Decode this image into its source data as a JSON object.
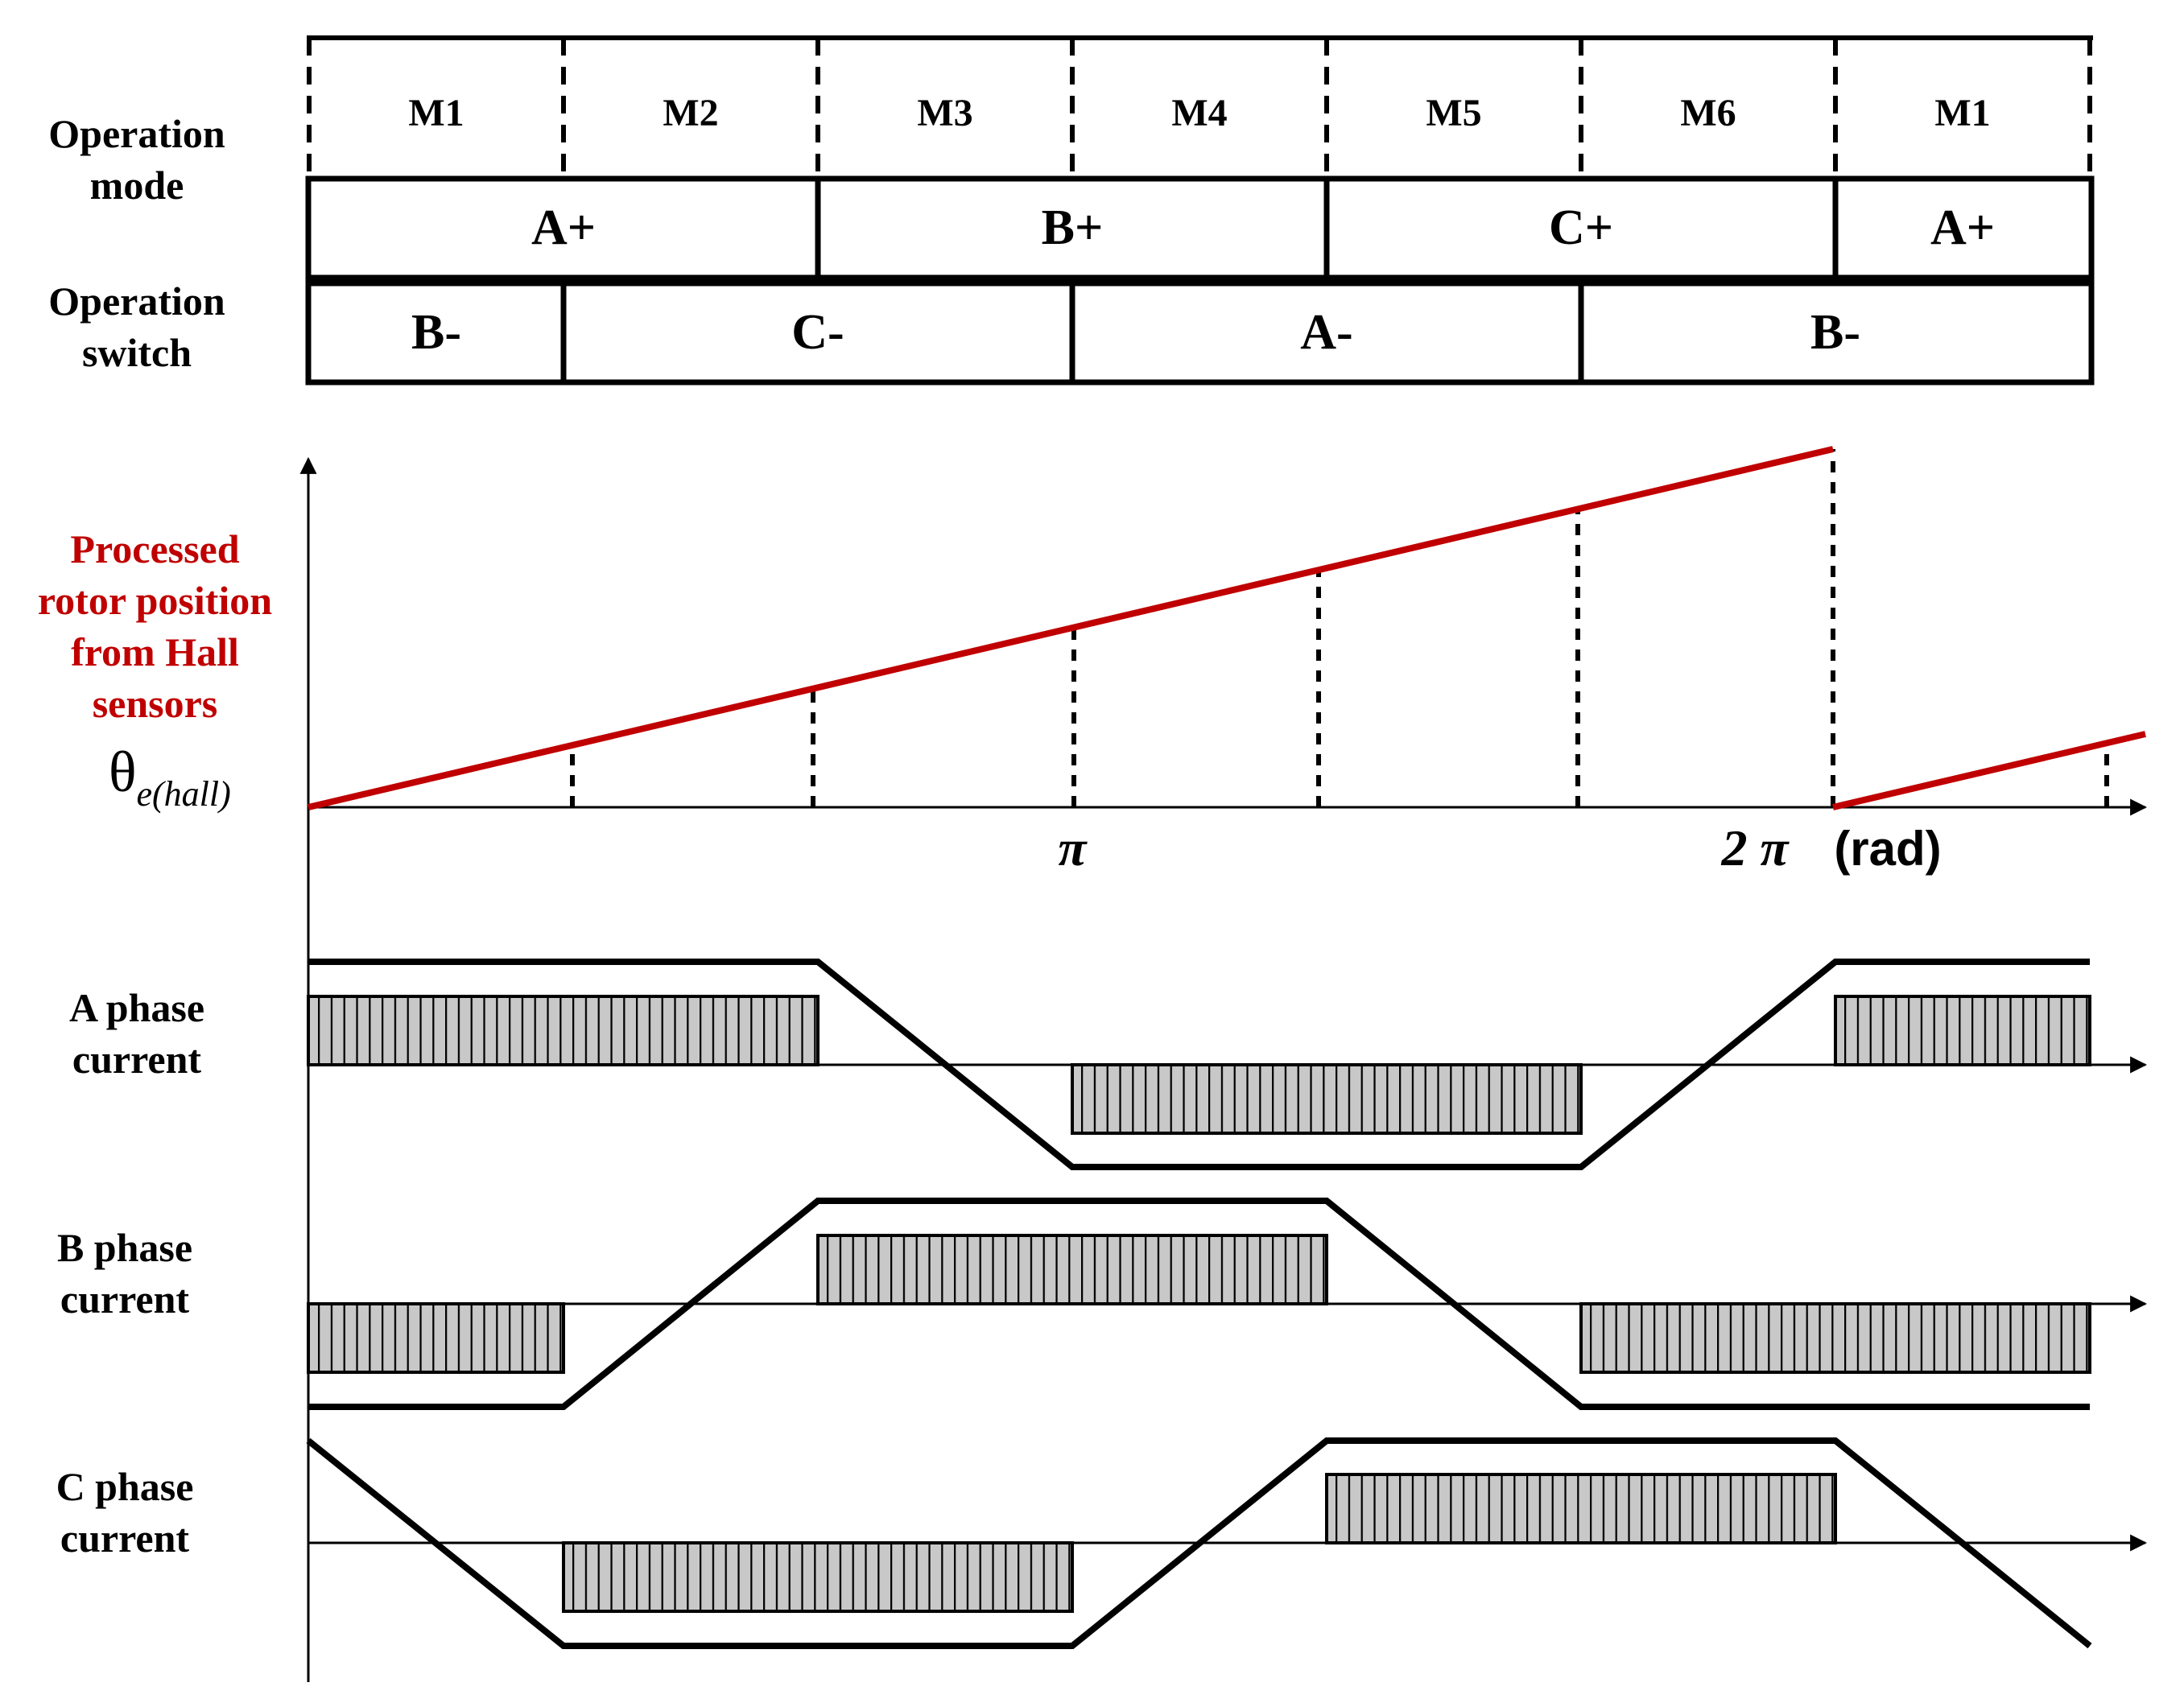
{
  "labels": {
    "operation_mode": [
      "Operation",
      "mode"
    ],
    "operation_switch": [
      "Operation",
      "switch"
    ],
    "rotor_position": [
      "Processed",
      "rotor position",
      "from Hall",
      "sensors"
    ],
    "theta_symbol": "θ",
    "theta_subscript": "e(hall)",
    "a_phase": [
      "A phase",
      "current"
    ],
    "b_phase": [
      "B phase",
      "current"
    ],
    "c_phase": [
      "C phase",
      "current"
    ]
  },
  "modes": [
    "M1",
    "M2",
    "M3",
    "M4",
    "M5",
    "M6",
    "M1"
  ],
  "upper_switches": [
    "A+",
    "B+",
    "C+",
    "A+"
  ],
  "lower_switches": [
    "B-",
    "C-",
    "A-",
    "B-"
  ],
  "axis": {
    "pi_label": "π",
    "two_pi_label": "2 π",
    "unit_label": "(rad)"
  },
  "colors": {
    "position_line": "#c00000",
    "bar_fill": "#c8c8c8",
    "line": "#000000"
  }
}
